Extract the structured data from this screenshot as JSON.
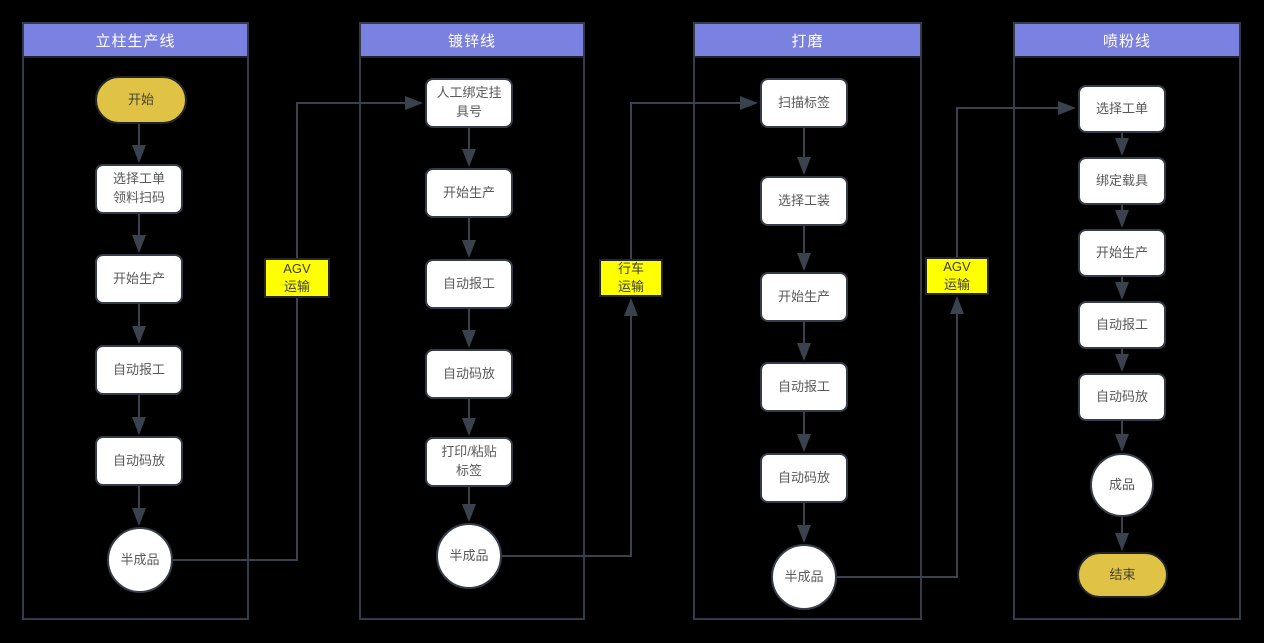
{
  "diagram_title": "production-line-flowchart",
  "colors": {
    "background": "#000000",
    "lane_header_fill": "#7b81e0",
    "lane_header_text": "#ffffff",
    "lane_border": "#333c48",
    "node_fill": "#ffffff",
    "node_border": "#333c48",
    "node_text": "#595959",
    "terminal_fill": "#e0c344",
    "transport_fill": "#ffff00",
    "edge": "#39424d"
  },
  "lanes": [
    {
      "title": "立柱生产线",
      "start": "开始",
      "steps": [
        "选择工单\n领料扫码",
        "开始生产",
        "自动报工",
        "自动码放"
      ],
      "output": "半成品"
    },
    {
      "title": "镀锌线",
      "steps": [
        "人工绑定挂\n具号",
        "开始生产",
        "自动报工",
        "自动码放",
        "打印/粘贴\n标签"
      ],
      "output": "半成品"
    },
    {
      "title": "打磨",
      "steps": [
        "扫描标签",
        "选择工装",
        "开始生产",
        "自动报工",
        "自动码放"
      ],
      "output": "半成品"
    },
    {
      "title": "喷粉线",
      "steps": [
        "选择工单",
        "绑定载具",
        "开始生产",
        "自动报工",
        "自动码放"
      ],
      "output": "成品",
      "end": "结束"
    }
  ],
  "transports": [
    {
      "label": "AGV\n运输"
    },
    {
      "label": "行车\n运输"
    },
    {
      "label": "AGV\n运输"
    }
  ]
}
